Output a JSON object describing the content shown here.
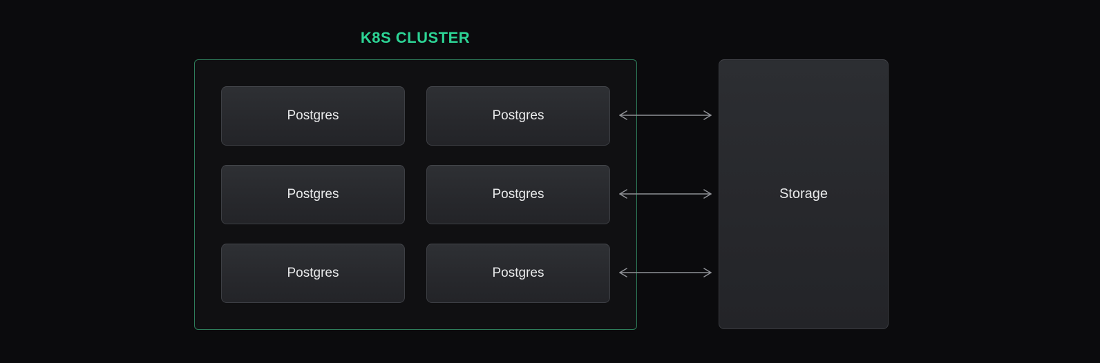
{
  "diagram": {
    "title": "K8S CLUSTER",
    "cluster": {
      "nodes": [
        {
          "label": "Postgres"
        },
        {
          "label": "Postgres"
        },
        {
          "label": "Postgres"
        },
        {
          "label": "Postgres"
        },
        {
          "label": "Postgres"
        },
        {
          "label": "Postgres"
        }
      ]
    },
    "storage": {
      "label": "Storage"
    },
    "arrows": [
      {
        "type": "bidirectional",
        "from": "Postgres",
        "to": "Storage"
      },
      {
        "type": "bidirectional",
        "from": "Postgres",
        "to": "Storage"
      },
      {
        "type": "bidirectional",
        "from": "Postgres",
        "to": "Storage"
      }
    ]
  },
  "colors": {
    "bg": "#0b0b0d",
    "accent": "#2dd495",
    "cluster-border": "#2e7d5b",
    "node-border": "#3d3f44",
    "arrow": "#8f9196",
    "text": "#e9eaeb"
  }
}
